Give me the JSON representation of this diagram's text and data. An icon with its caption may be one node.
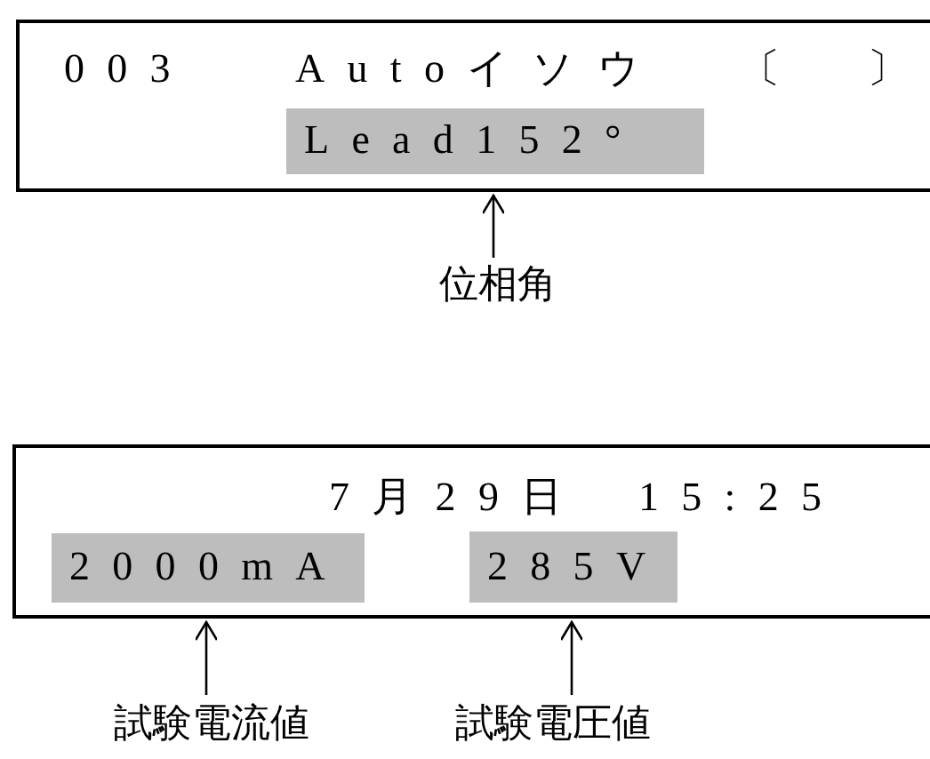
{
  "diagram": {
    "nodes": [
      {
        "text": [
          "003",
          "Autoイソウ",
          "〔　〕"
        ]
      },
      {
        "text": [
          "Lead152°"
        ],
        "in": 0
      },
      {
        "text": [
          "位相角"
        ]
      },
      {
        "text": [
          "7月29日",
          "15:25"
        ]
      },
      {
        "text": [
          "2000mA"
        ],
        "in": 3
      },
      {
        "text": [
          "285V"
        ],
        "in": 3
      },
      {
        "text": [
          "試験電流値"
        ]
      },
      {
        "text": [
          "試験電圧値"
        ]
      }
    ],
    "edges": [
      {
        "from": 2,
        "to": 1,
        "arrow": "to"
      },
      {
        "from": 6,
        "to": 4,
        "arrow": "to"
      },
      {
        "from": 7,
        "to": 5,
        "arrow": "to"
      }
    ]
  }
}
